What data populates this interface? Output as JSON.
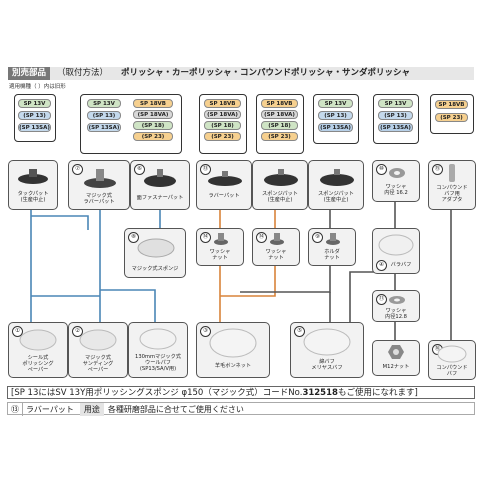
{
  "header": {
    "title": "別売部品",
    "method": "（取付方法）",
    "list": "ポリッシャ・カーポリッシャ・コンパウンドポリッシャ・サンダポリッシャ"
  },
  "legend": "適用機種（ ）内は旧形",
  "groups": {
    "g1": [
      "SP 13V",
      "(SP 13)",
      "(SP 13SA)"
    ],
    "g2a": [
      "SP 13V",
      "(SP 13)",
      "(SP 13SA)"
    ],
    "g2b": [
      "SP 18VB",
      "(SP 18VA)",
      "(SP 18)",
      "(SP 23)"
    ],
    "g3": [
      "SP 18VB",
      "(SP 18VA)",
      "(SP 18)",
      "(SP 23)"
    ],
    "g4": [
      "SP 18VB",
      "(SP 18VA)",
      "(SP 18)",
      "(SP 23)"
    ],
    "g5": [
      "SP 13V",
      "(SP 13)",
      "(SP 13SA)"
    ],
    "g6": [
      "SP 13V",
      "(SP 13)",
      "(SP 13SA)"
    ],
    "g7": [
      "SP 18VB",
      "(SP 23)"
    ]
  },
  "items": {
    "tack_pad": "タックパット\n(生産中止)",
    "i7": {
      "num": "⑦",
      "label": "マジック式\nラバーパット"
    },
    "i6": {
      "num": "⑥",
      "label": "面ファスナーパット"
    },
    "i13": {
      "num": "⑬",
      "label": "ラバーパット"
    },
    "sponge_pad1": "スポンジパット\n(生産中止)",
    "sponge_pad2": "スポンジパット\n(生産中止)",
    "i10": {
      "num": "⑩",
      "label": "ワッシャ\n内径 16.2"
    },
    "i15": {
      "num": "⑮",
      "label": "コンパウンド\nバフ用\nアダプタ"
    },
    "i8": {
      "num": "⑧",
      "label": "マジック式スポンジ"
    },
    "i14a": {
      "num": "⑭",
      "label": "ワッシャ\nナット"
    },
    "i14b": {
      "num": "⑭",
      "label": "ワッシャ\nナット"
    },
    "i9": {
      "num": "⑨",
      "label": "ホルダ\nナット"
    },
    "i4": {
      "num": "④",
      "label": "バラバフ"
    },
    "i11": {
      "num": "⑪",
      "label": "ワッシャ\n内径12.8"
    },
    "i12": {
      "label": "M12ナット"
    },
    "i1": {
      "num": "①",
      "label": "シール式\nポリッシング\nペーパー"
    },
    "i2": {
      "num": "②",
      "label": "マジック式\nサンディング\nペーパー"
    },
    "i130": {
      "label": "130mmマジック式\nウールパフ\n(SP13/SA/V用)"
    },
    "i3": {
      "num": "③",
      "label": "羊毛ボンネット"
    },
    "i5": {
      "num": "⑤",
      "label": "綿バフ\nメリヤスバフ"
    },
    "i16": {
      "num": "⑯",
      "label": "コンパウンド\nバフ"
    }
  },
  "footer": {
    "note_pre": "[SP 13にはSV 13Y用ポリッシングスポンジ φ150（マジック式）コードNo.",
    "note_code": "312518",
    "note_post": "もご使用になれます]",
    "row_num": "⑬",
    "row_name": "ラバーパット",
    "row_key": "用途",
    "row_val": "各種研磨部品に合せてご使用ください"
  },
  "colors": {
    "line_blue": "#4a86b6",
    "line_orange": "#d9843a",
    "line_dark": "#555555"
  }
}
